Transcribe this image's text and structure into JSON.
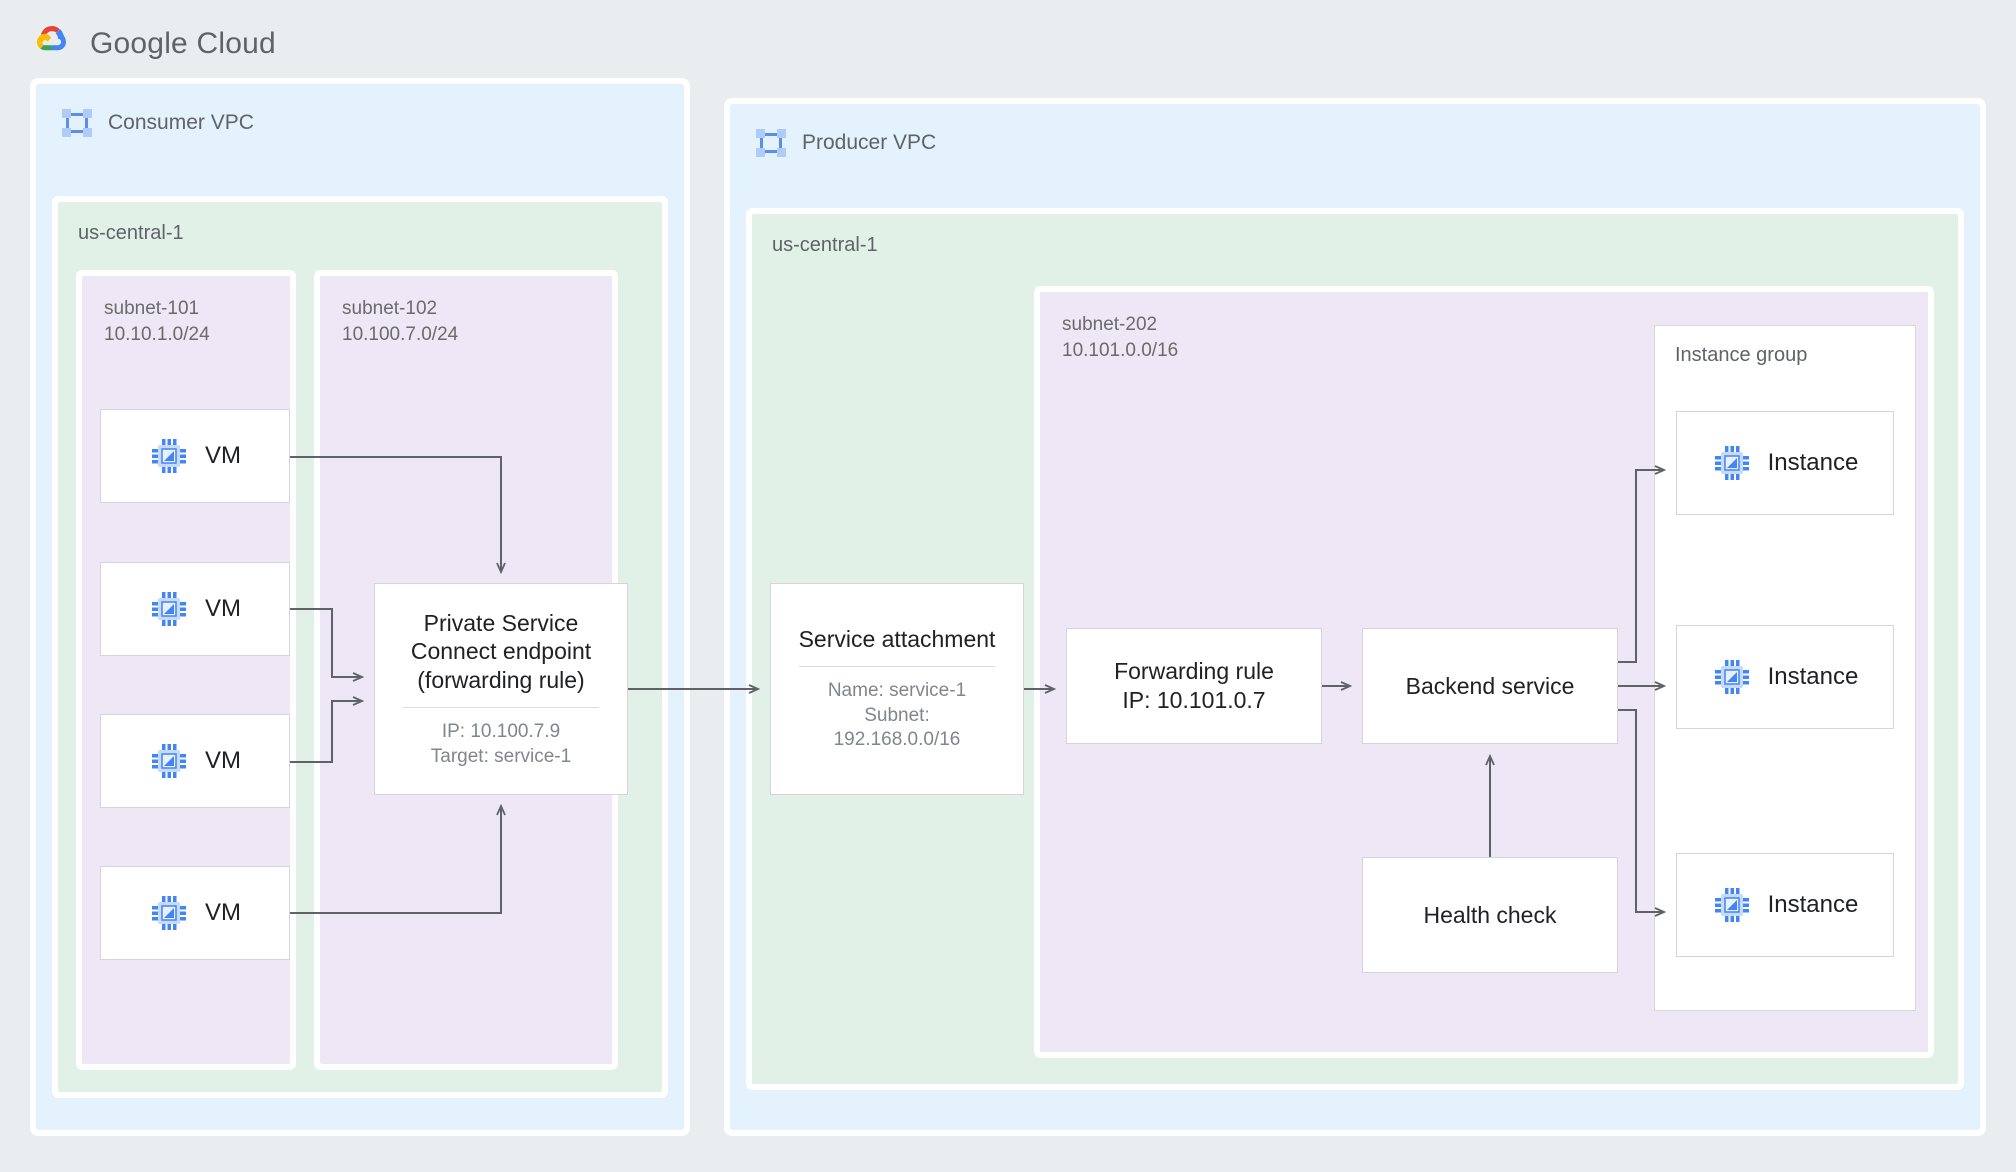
{
  "brand": {
    "name_google": "Google",
    "name_cloud": "Cloud",
    "logo": "google-cloud-logo"
  },
  "consumer_vpc": {
    "title": "Consumer VPC",
    "icon": "vpc-icon",
    "region": "us-central-1",
    "subnets": [
      {
        "name": "subnet-101",
        "cidr": "10.10.1.0/24"
      },
      {
        "name": "subnet-102",
        "cidr": "10.100.7.0/24"
      }
    ],
    "vms": [
      {
        "label": "VM"
      },
      {
        "label": "VM"
      },
      {
        "label": "VM"
      },
      {
        "label": "VM"
      }
    ],
    "psc_endpoint": {
      "title_line1": "Private Service",
      "title_line2": "Connect endpoint",
      "title_line3": "(forwarding rule)",
      "detail_line1": "IP: 10.100.7.9",
      "detail_line2": "Target: service-1"
    }
  },
  "producer_vpc": {
    "title": "Producer VPC",
    "icon": "vpc-icon",
    "region": "us-central-1",
    "subnet": {
      "name": "subnet-202",
      "cidr": "10.101.0.0/16"
    },
    "service_attachment": {
      "title": "Service attachment",
      "detail_line1": "Name: service-1",
      "detail_line2": "Subnet:",
      "detail_line3": "192.168.0.0/16"
    },
    "forwarding_rule": {
      "title_line1": "Forwarding rule",
      "title_line2": "IP: 10.101.0.7"
    },
    "backend_service": {
      "title": "Backend service"
    },
    "health_check": {
      "title": "Health check"
    },
    "instance_group": {
      "label": "Instance group",
      "instances": [
        {
          "label": "Instance"
        },
        {
          "label": "Instance"
        },
        {
          "label": "Instance"
        }
      ]
    }
  },
  "colors": {
    "page_background": "#eaedef",
    "vpc_fill": "#e3f2fd",
    "region_fill": "#e2f1e8",
    "subnet_fill": "#ede7f6",
    "node_fill": "#ffffff",
    "connector": "#5f6368",
    "icon_blue": "#4285f4",
    "icon_blue_light": "#aecbfa",
    "text_primary": "#202124",
    "text_secondary": "#5f6368",
    "text_muted": "#80868b"
  }
}
